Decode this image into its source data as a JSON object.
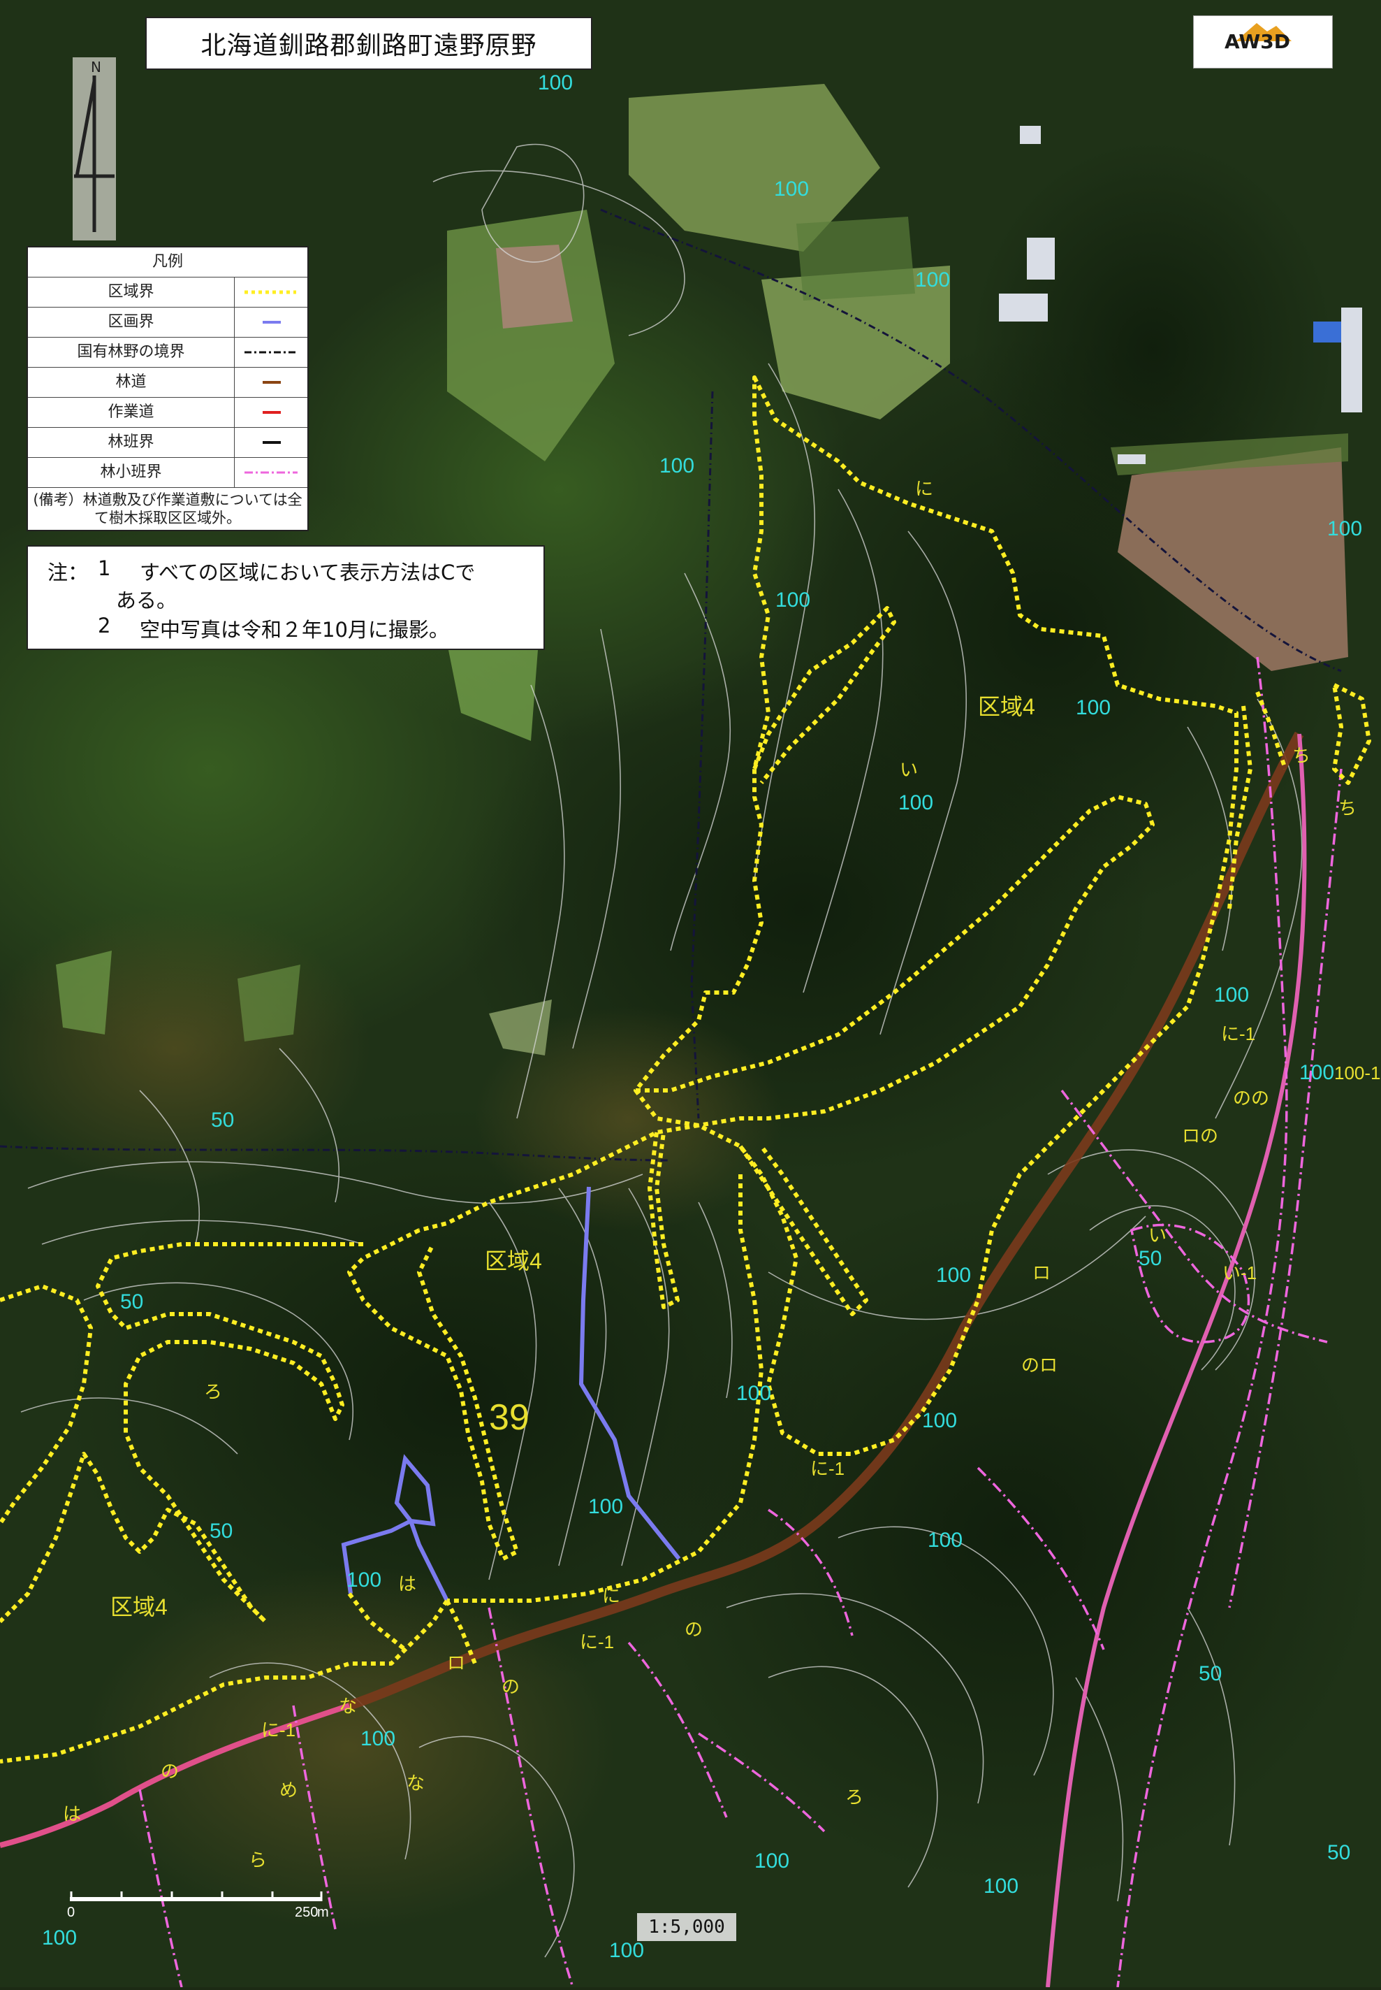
{
  "title": "北海道釧路郡釧路町遠野原野",
  "logo": {
    "text": "AW3D"
  },
  "north_arrow": {
    "label": "N"
  },
  "legend": {
    "heading": "凡例",
    "items": [
      {
        "label": "区域界",
        "style": "yellow-dotted",
        "color": "#ffee22"
      },
      {
        "label": "区画界",
        "style": "blue-solid",
        "color": "#7b7bef"
      },
      {
        "label": "国有林野の境界",
        "style": "black-dash-dot",
        "color": "#111111"
      },
      {
        "label": "林道",
        "style": "brown-solid",
        "color": "#8b4513"
      },
      {
        "label": "作業道",
        "style": "red-solid",
        "color": "#e02020"
      },
      {
        "label": "林班界",
        "style": "black-solid",
        "color": "#111111"
      },
      {
        "label": "林小班界",
        "style": "pink-dash-dot",
        "color": "#ee66dd"
      }
    ],
    "note": "(備考）林道敷及び作業道敷については全て樹木採取区区域外。"
  },
  "notes": {
    "line1_prefix": "注：",
    "line1_num": "1",
    "line1_text": "すべての区域において表示方法はCで",
    "line1_cont": "ある。",
    "line2_num": "2",
    "line2_text": "空中写真は令和２年10月に撮影。"
  },
  "scale": {
    "zero": "0",
    "end": "250",
    "unit": "m",
    "ratio": "1:5,000"
  },
  "contour_labels": {
    "items": [
      "100",
      "100",
      "100",
      "100",
      "100",
      "100",
      "100",
      "100",
      "100",
      "50",
      "100",
      "50",
      "100",
      "100",
      "100",
      "100",
      "100",
      "100",
      "100",
      "100",
      "50",
      "100",
      "50",
      "100",
      "100",
      "50",
      "50"
    ]
  },
  "area_labels": {
    "items": [
      "区域4",
      "区域4",
      "区域4"
    ]
  },
  "compartment_number": "39",
  "subcompartment_labels": {
    "items": [
      "に",
      "い",
      "ち",
      "ち",
      "に-1",
      "のの",
      "ロの",
      "い",
      "い-1",
      "ロ",
      "のロ",
      "100-1",
      "ろ",
      "は",
      "に",
      "に-1",
      "の",
      "な",
      "ロ",
      "の",
      "に-1",
      "の",
      "め",
      "な",
      "は",
      "ら",
      "ろ",
      "に-1"
    ]
  },
  "colors": {
    "zone_boundary": "#ffee22",
    "division_boundary": "#7b7bef",
    "forest_road": "#8b4513",
    "subcompartment_boundary": "#ee66dd",
    "contour_label": "#33dddd",
    "area_label": "#e8e030",
    "contour_line": "#d8d8d8"
  }
}
